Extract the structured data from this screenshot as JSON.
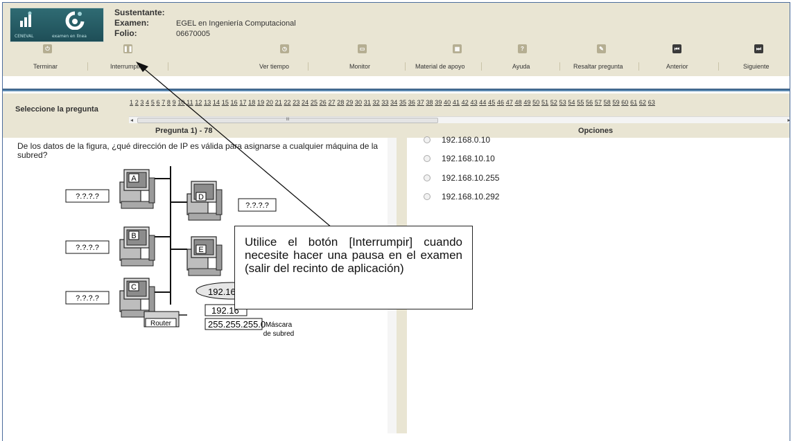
{
  "header": {
    "logo": {
      "left_caption": "CENEVAL",
      "right_caption": "examen en línea"
    },
    "sustentante_label": "Sustentante:",
    "examen_label": "Examen:",
    "examen_value": "EGEL en Ingeniería Computacional",
    "folio_label": "Folio:",
    "folio_value": "06670005"
  },
  "toolbar": [
    {
      "id": "terminar",
      "label": "Terminar",
      "icon": "power-icon"
    },
    {
      "id": "interrumpir",
      "label": "Interrumpir",
      "icon": "pause-icon"
    },
    {
      "id": "ver-tiempo",
      "label": "Ver tiempo",
      "icon": "clock-icon"
    },
    {
      "id": "monitor",
      "label": "Monitor",
      "icon": "monitor-icon"
    },
    {
      "id": "material",
      "label": "Material de apoyo",
      "icon": "calculator-icon"
    },
    {
      "id": "ayuda",
      "label": "Ayuda",
      "icon": "help-icon"
    },
    {
      "id": "resaltar",
      "label": "Resaltar pregunta",
      "icon": "highlight-icon"
    },
    {
      "id": "anterior",
      "label": "Anterior",
      "icon": "previous-icon"
    },
    {
      "id": "siguiente",
      "label": "Siguiente",
      "icon": "next-icon"
    }
  ],
  "selector": {
    "label": "Seleccione la pregunta",
    "question_numbers": [
      "1",
      "2",
      "3",
      "4",
      "5",
      "6",
      "7",
      "8",
      "9",
      "10",
      "11",
      "12",
      "13",
      "14",
      "15",
      "16",
      "17",
      "18",
      "19",
      "20",
      "21",
      "22",
      "23",
      "24",
      "25",
      "26",
      "27",
      "28",
      "29",
      "30",
      "31",
      "32",
      "33",
      "34",
      "35",
      "36",
      "37",
      "38",
      "39",
      "40",
      "41",
      "42",
      "43",
      "44",
      "45",
      "46",
      "47",
      "48",
      "49",
      "50",
      "51",
      "52",
      "53",
      "54",
      "55",
      "56",
      "57",
      "58",
      "59",
      "60",
      "61",
      "62",
      "63"
    ],
    "scroll_thumb": "III"
  },
  "question_panel": {
    "title": "Pregunta 1) - 78",
    "text": "De los datos de la figura, ¿qué dirección de IP es válida para asignarse a cualquier máquina de la subred?",
    "figure": {
      "computers": [
        "A",
        "B",
        "C",
        "D",
        "E"
      ],
      "unknown_ip": "?.?.?.?",
      "network_ip": "192.16",
      "router_ip": "192.16",
      "router_label": "Router",
      "mask_value": "255.255.255.0",
      "mask_label_1": "Máscara",
      "mask_label_2": "de subred"
    }
  },
  "options_panel": {
    "title": "Opciones",
    "options": [
      "192.168.0.10",
      "192.168.10.10",
      "192.168.10.255",
      "192.168.10.292"
    ]
  },
  "tooltip": {
    "text": "Utilice el botón [Interrumpir] cuando necesite hacer una pausa en el examen (salir del recinto de aplicación)"
  }
}
